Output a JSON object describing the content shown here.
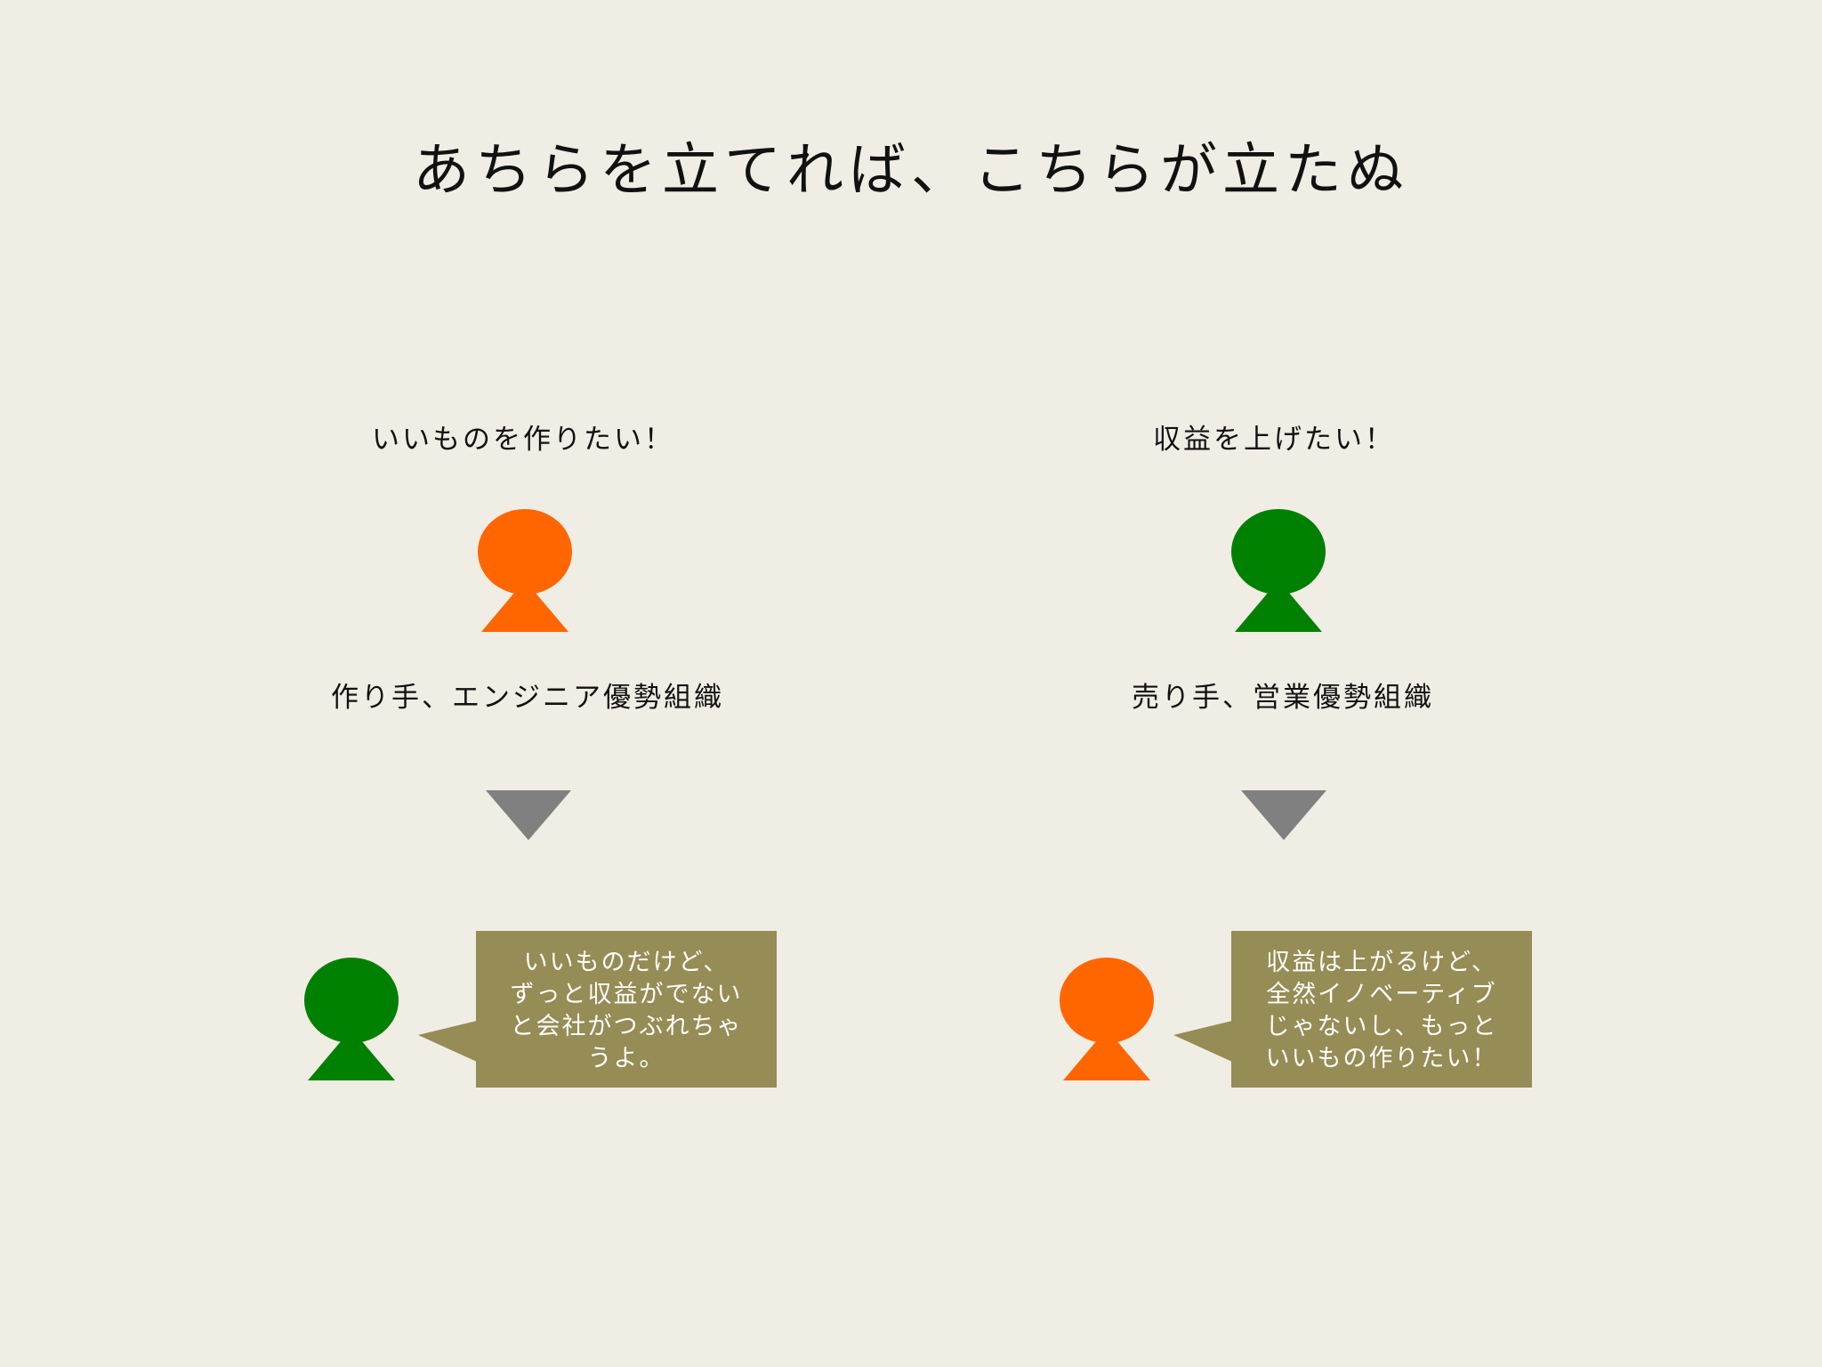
{
  "title": "あちらを立てれば、こちらが立たぬ",
  "colors": {
    "background": "#f0ede5",
    "orange": "#ff6600",
    "green": "#008000",
    "arrow": "#808080",
    "bubble": "#968c55"
  },
  "left": {
    "wish": "いいものを作りたい！",
    "person_color": "orange",
    "org_label": "作り手、エンジニア優勢組織",
    "responder_color": "green",
    "bubble_lines": [
      "いいものだけど、",
      "ずっと収益がでない",
      "と会社がつぶれちゃ",
      "うよ。"
    ]
  },
  "right": {
    "wish": "収益を上げたい！",
    "person_color": "green",
    "org_label": "売り手、営業優勢組織",
    "responder_color": "orange",
    "bubble_lines": [
      "収益は上がるけど、",
      "全然イノベーティブ",
      "じゃないし、もっと",
      "いいもの作りたい！"
    ]
  }
}
